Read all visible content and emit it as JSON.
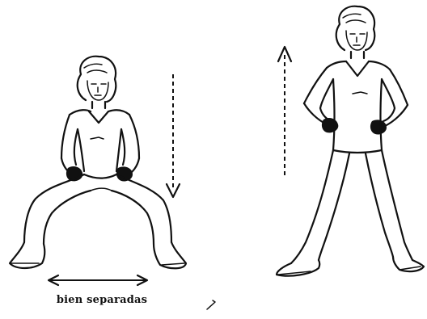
{
  "illustration": {
    "left_pose": "squat-wide-stance",
    "right_pose": "standing-wide-stance",
    "caption": "bien separadas",
    "down_arrow_style": "dashed",
    "up_arrow_style": "dashed",
    "ink_color": "#111111",
    "background_color": "#ffffff"
  }
}
